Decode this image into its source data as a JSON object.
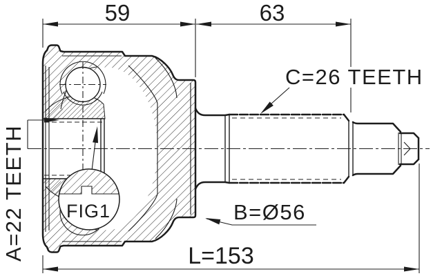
{
  "drawing": {
    "figure_label": "FIG1",
    "dimensions": {
      "housing_width": "59",
      "shaft_section_width": "63",
      "overall_length": "L=153",
      "inner_spline_teeth": "A=22 TEETH",
      "outer_spline_teeth": "C=26 TEETH",
      "housing_diameter": "B=Ø56"
    },
    "colors": {
      "line": "#1c1c1c",
      "background": "#ffffff"
    }
  }
}
